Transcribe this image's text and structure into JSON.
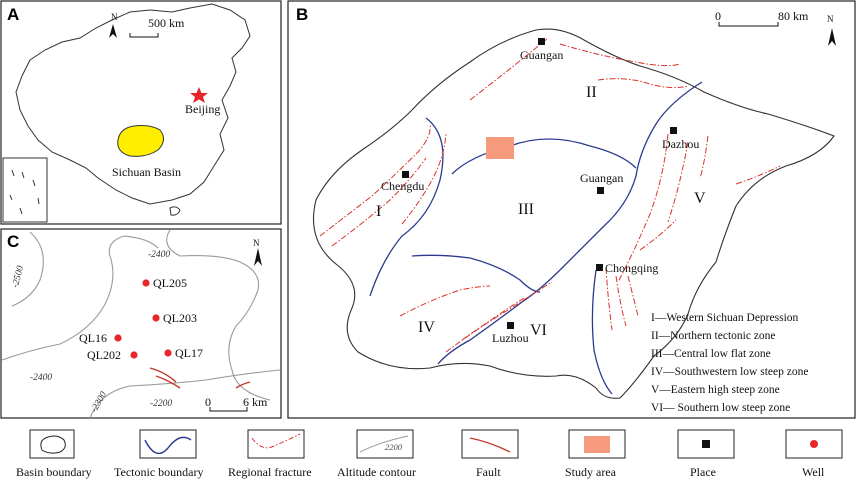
{
  "panel_a": {
    "letter": "A",
    "north": "N",
    "scale": "500 km",
    "beijing": "Beijing",
    "basin": "Sichuan Basin",
    "colors": {
      "basin_fill": "#ffee00",
      "star": "#e8262a"
    }
  },
  "panel_b": {
    "letter": "B",
    "north": "N",
    "scale_zero": "0",
    "scale_label": "80 km",
    "places": {
      "guangan_top": "Guangan",
      "dazhou": "Dazhou",
      "chengdu": "Chengdu",
      "guangan_center": "Guangan",
      "chongqing": "Chongqing",
      "luzhou": "Luzhou"
    },
    "zones": {
      "i": "I",
      "ii": "II",
      "iii": "III",
      "iv": "IV",
      "v": "V",
      "vi": "VI"
    },
    "zone_legend": [
      "I—Western Sichuan Depression",
      "II—Northern  tectonic zone",
      "III—Central low flat zone",
      "IV—Southwestern low steep zone",
      "V—Eastern high steep zone",
      "VI—  Southern low steep zone"
    ],
    "colors": {
      "tectonic": "#2b3a8f",
      "fracture": "#d9342b",
      "study_area": "#f59a7c"
    }
  },
  "panel_c": {
    "letter": "C",
    "north": "N",
    "scale_zero": "0",
    "scale_label": "6 km",
    "wells": {
      "ql205": "QL205",
      "ql203": "QL203",
      "ql16": "QL16",
      "ql202": "QL202",
      "ql17": "QL17"
    },
    "contours": {
      "c2400_top": "-2400",
      "c2500": "-2500",
      "c2400_left": "-2400",
      "c2300": "-2300",
      "c2200": "-2200"
    },
    "colors": {
      "well": "#e8262a",
      "fault": "#c0392b",
      "contour": "#9a9a9a"
    }
  },
  "legend": {
    "items": [
      {
        "label": "Basin boundary"
      },
      {
        "label": "Tectonic boundary"
      },
      {
        "label": "Regional fracture"
      },
      {
        "label": "Altitude contour",
        "sample": "2200"
      },
      {
        "label": "Fault"
      },
      {
        "label": "Study area"
      },
      {
        "label": "Place"
      },
      {
        "label": "Well"
      }
    ]
  }
}
